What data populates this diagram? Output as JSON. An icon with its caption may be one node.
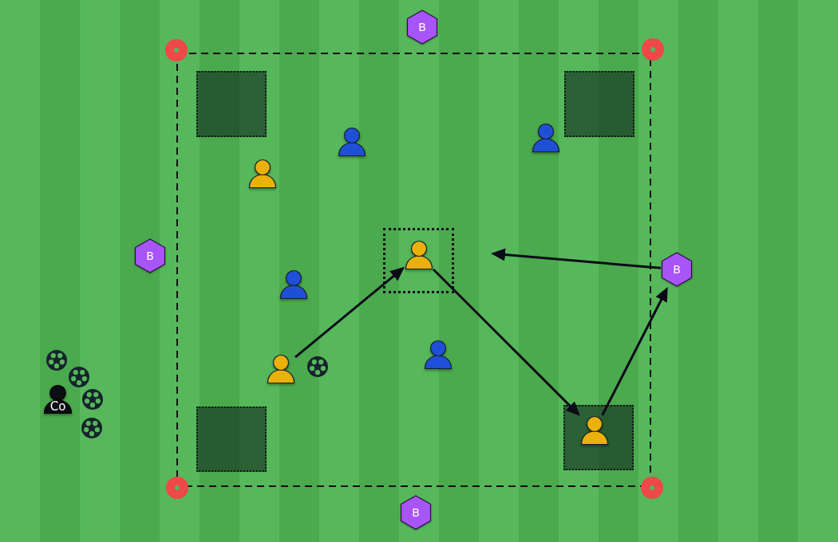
{
  "diagram": {
    "nodes": [
      {
        "text": [
          "B"
        ]
      },
      {
        "text": [],
        "shape": "box"
      },
      {
        "text": [],
        "shape": "box"
      },
      {
        "text": [],
        "shape": "person"
      },
      {
        "text": [],
        "shape": "person"
      },
      {
        "text": [],
        "shape": "person"
      },
      {
        "text": [
          "B"
        ]
      },
      {
        "text": [],
        "shape": "box"
      },
      {
        "text": [],
        "shape": "person",
        "in": 7
      },
      {
        "text": [
          "B"
        ]
      },
      {
        "text": [],
        "shape": "person"
      },
      {
        "text": [],
        "shape": "person"
      },
      {
        "text": [],
        "shape": "person"
      },
      {
        "text": [
          "Co"
        ]
      },
      {
        "text": [],
        "shape": "box"
      },
      {
        "text": [],
        "shape": "box"
      },
      {
        "text": [],
        "shape": "person",
        "in": 15
      },
      {
        "text": [
          "B"
        ]
      }
    ],
    "edges": [
      {
        "from": 12,
        "to": 8,
        "arrow": "to"
      },
      {
        "from": 8,
        "to": 16,
        "arrow": "to"
      },
      {
        "from": 16,
        "to": 9,
        "arrow": "to"
      },
      {
        "from": 9,
        "to": null,
        "arrow": "to"
      }
    ]
  }
}
